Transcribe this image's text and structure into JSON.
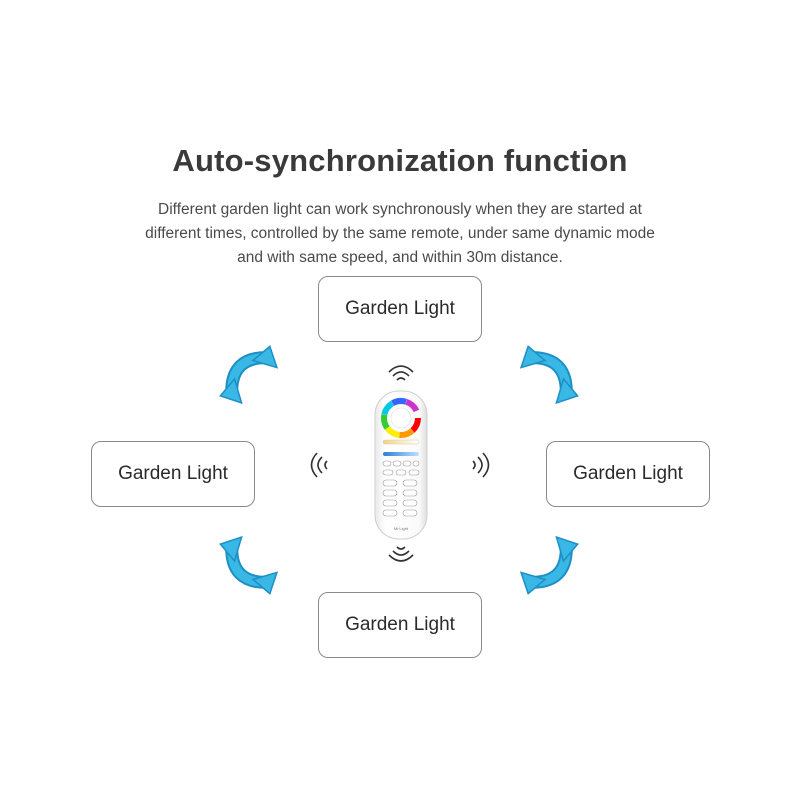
{
  "title": "Auto-synchronization function",
  "description": [
    "Different garden light can work synchronously when they are started at",
    "different times, controlled by the same remote, under same dynamic mode",
    "and with same speed, and within 30m distance."
  ],
  "nodes": {
    "top": "Garden Light",
    "left": "Garden Light",
    "right": "Garden Light",
    "bottom": "Garden Light"
  },
  "remote": {
    "brand": "Mi·Light",
    "icon": "remote-control-icon"
  },
  "colors": {
    "arrow_light": "#39b8e6",
    "arrow_dark": "#1e8fc4",
    "box_border": "#8a8a8a",
    "title": "#3a3a3a"
  }
}
